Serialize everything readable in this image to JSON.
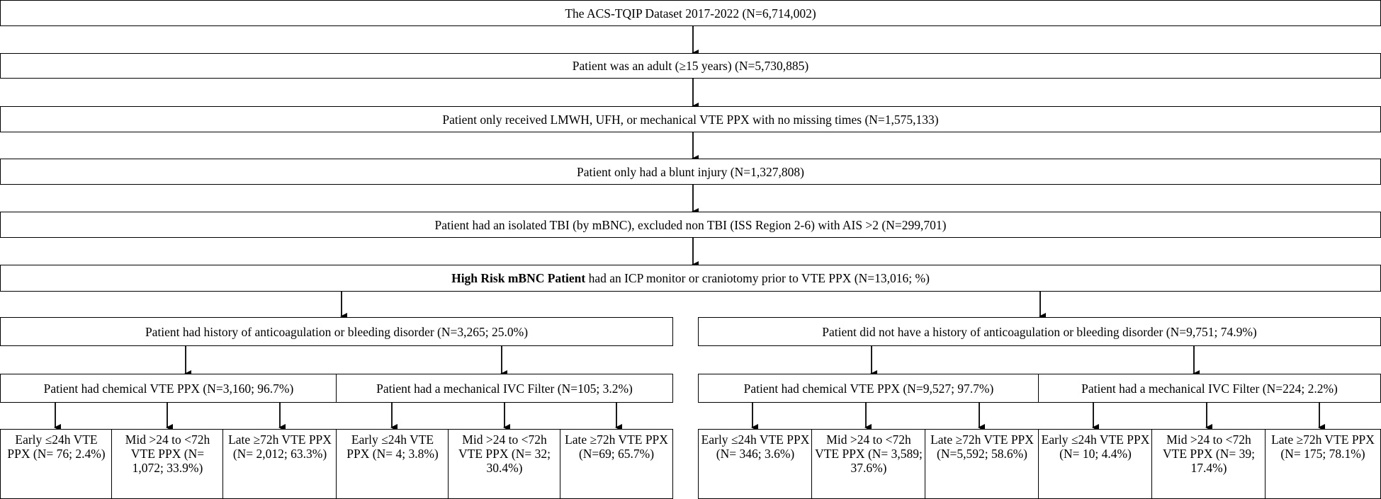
{
  "levels": {
    "dataset": "The ACS-TQIP Dataset 2017-2022 (N=6,714,002)",
    "adult": "Patient was an adult (≥15 years) (N=5,730,885)",
    "ppx": "Patient only received LMWH, UFH, or mechanical VTE PPX with no missing times (N=1,575,133)",
    "blunt": "Patient only had a blunt injury (N=1,327,808)",
    "tbi": "Patient had an isolated TBI (by mBNC), excluded non TBI (ISS Region 2-6) with AIS >2 (N=299,701)",
    "highrisk_bold": "High Risk mBNC Patient",
    "highrisk_rest": " had an ICP monitor or craniotomy prior to VTE PPX (N=13,016; %)"
  },
  "history": {
    "yes": "Patient had history of anticoagulation or bleeding disorder (N=3,265; 25.0%)",
    "no": "Patient did not have a history of anticoagulation or bleeding disorder (N=9,751; 74.9%)"
  },
  "treatment": {
    "yes_chem": "Patient had chemical VTE PPX (N=3,160; 96.7%)",
    "yes_ivc": "Patient had a mechanical IVC Filter (N=105; 3.2%)",
    "no_chem": "Patient had chemical VTE PPX (N=9,527; 97.7%)",
    "no_ivc": "Patient had a mechanical IVC Filter (N=224; 2.2%)"
  },
  "timing": {
    "yes_chem_early": "Early ≤24h VTE PPX (N= 76; 2.4%)",
    "yes_chem_mid": "Mid >24 to <72h VTE PPX (N= 1,072; 33.9%)",
    "yes_chem_late": "Late ≥72h VTE PPX (N= 2,012; 63.3%)",
    "yes_ivc_early": "Early ≤24h VTE PPX (N= 4; 3.8%)",
    "yes_ivc_mid": "Mid >24 to <72h VTE PPX (N= 32; 30.4%)",
    "yes_ivc_late": "Late ≥72h VTE PPX (N=69; 65.7%)",
    "no_chem_early": "Early ≤24h VTE PPX (N= 346; 3.6%)",
    "no_chem_mid": "Mid >24 to <72h VTE PPX (N= 3,589; 37.6%)",
    "no_chem_late": "Late ≥72h VTE PPX (N=5,592; 58.6%)",
    "no_ivc_early": "Early ≤24h VTE PPX (N= 10; 4.4%)",
    "no_ivc_mid": "Mid >24 to <72h VTE PPX (N= 39; 17.4%)",
    "no_ivc_late": "Late ≥72h VTE PPX (N= 175; 78.1%)"
  }
}
